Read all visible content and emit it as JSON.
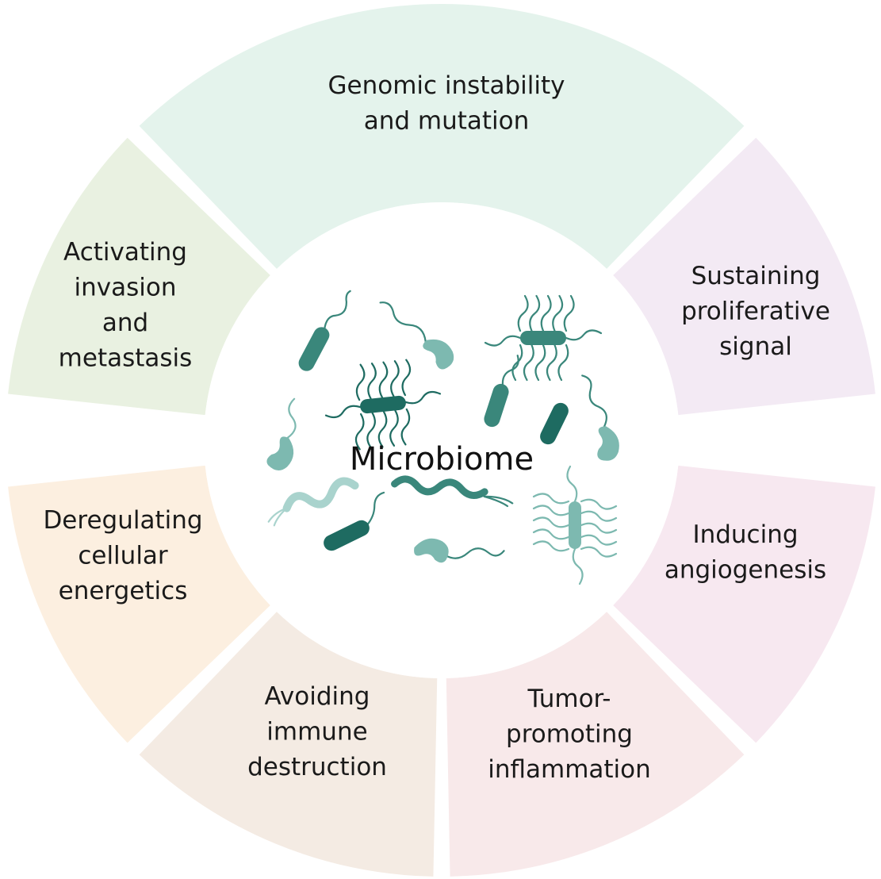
{
  "center": {
    "title": "Microbiome",
    "fill": "#ffffff"
  },
  "segments": [
    {
      "id": "genomic",
      "lines": [
        "Genomic instability",
        "and mutation"
      ],
      "color": "#e4f3ec"
    },
    {
      "id": "proliferative",
      "lines": [
        "Sustaining",
        "proliferative",
        "signal"
      ],
      "color": "#f3eaf4"
    },
    {
      "id": "angiogenesis",
      "lines": [
        "Inducing",
        "angiogenesis"
      ],
      "color": "#f7e8f0"
    },
    {
      "id": "inflammation",
      "lines": [
        "Tumor-",
        "promoting",
        "inflammation"
      ],
      "color": "#f8e9ea"
    },
    {
      "id": "immune",
      "lines": [
        "Avoiding",
        "immune",
        "destruction"
      ],
      "color": "#f4ebe3"
    },
    {
      "id": "energetics",
      "lines": [
        "Deregulating",
        "cellular",
        "energetics"
      ],
      "color": "#fcefe0"
    },
    {
      "id": "invasion",
      "lines": [
        "Activating",
        "invasion",
        "and",
        "metastasis"
      ],
      "color": "#e9f1e1"
    }
  ],
  "bacteria_colors": {
    "dark": "#1e6b61",
    "mid": "#3a877b",
    "light": "#7db9b0",
    "pale": "#a9d3cd"
  }
}
